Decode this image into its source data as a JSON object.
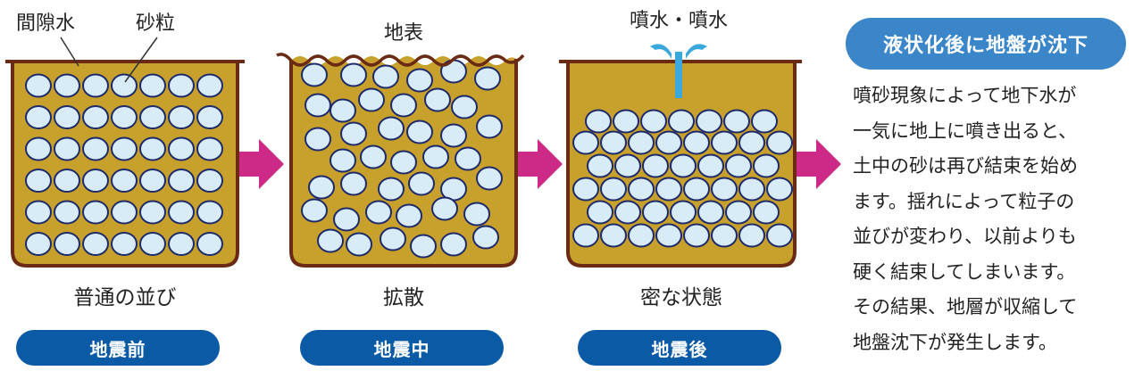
{
  "colors": {
    "soil": "#c7a12c",
    "rim": "#6b2a14",
    "grain_fill": "#d7ecf7",
    "grain_stroke": "#1f2a6b",
    "arrow": "#cc2a86",
    "pill": "#0b5aa5",
    "title_pill": "#3a86c8",
    "water": "#3aa8dc"
  },
  "labels": {
    "pore_water": "間隙水",
    "sand_grain": "砂粒",
    "ground_surface": "地表",
    "sand_boil": "噴水・噴水"
  },
  "stages": [
    {
      "caption": "普通の並び",
      "pill": "地震前"
    },
    {
      "caption": "拡散",
      "pill": "地震中"
    },
    {
      "caption": "密な状態",
      "pill": "地震後"
    }
  ],
  "side": {
    "title": "液状化後に地盤が沈下",
    "lines": [
      "噴砂現象によって地下水が",
      "一気に地上に噴き出ると、",
      "土中の砂は再び結束を始め",
      "ます。揺れによって粒子の",
      "並びが変わり、以前よりも",
      "硬く結束してしまいます。",
      "その結果、地層が収縮して",
      "地盤沈下が発生します。"
    ]
  }
}
